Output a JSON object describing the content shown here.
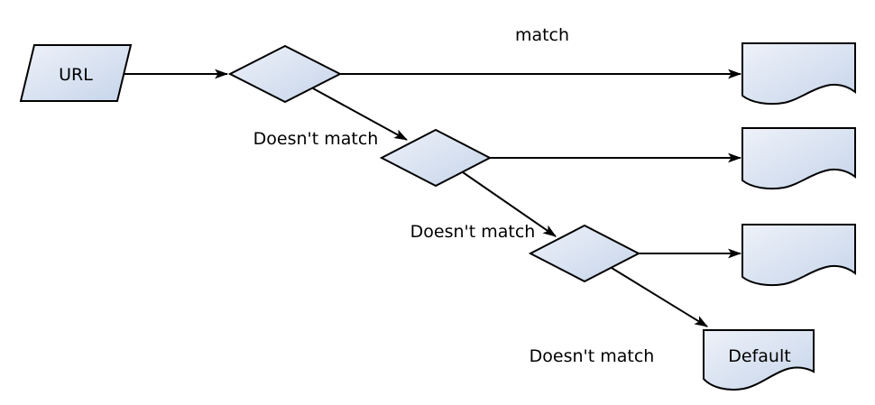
{
  "diagram": {
    "type": "flowchart",
    "description": "URL matching / routing flowchart: a URL is tested against successive pattern decisions; each match leads to a document, otherwise falls through to a Default document",
    "nodes": {
      "url_input": {
        "type": "parallelogram",
        "label": "URL"
      },
      "decision_1": {
        "type": "decision-diamond",
        "label": ""
      },
      "decision_2": {
        "type": "decision-diamond",
        "label": ""
      },
      "decision_3": {
        "type": "decision-diamond",
        "label": ""
      },
      "document_1": {
        "type": "document",
        "label": ""
      },
      "document_2": {
        "type": "document",
        "label": ""
      },
      "document_3": {
        "type": "document",
        "label": ""
      },
      "default_document": {
        "type": "document",
        "label": "Default"
      }
    },
    "edge_labels": {
      "match": "match",
      "no_match_1": "Doesn't match",
      "no_match_2": "Doesn't match",
      "no_match_3": "Doesn't match"
    },
    "colors": {
      "fill_light": "#eef2f9",
      "fill_dark": "#c6d4ea",
      "stroke": "#000000",
      "text": "#000000",
      "background": "#ffffff"
    }
  }
}
